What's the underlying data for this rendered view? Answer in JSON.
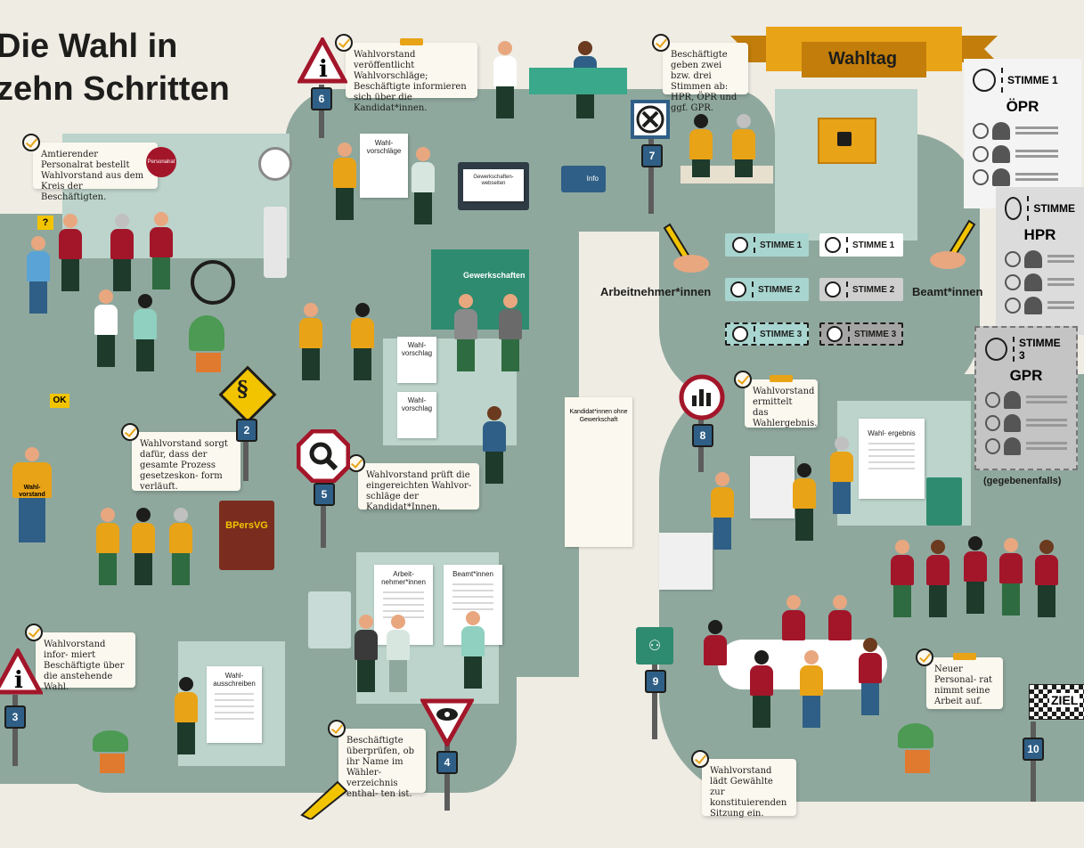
{
  "title": {
    "line1": "Die Wahl in",
    "line2": "zehn Schritten"
  },
  "banner": {
    "label": "Wahltag"
  },
  "steps": [
    {
      "num": "2",
      "text": "Wahlvorstand sorgt dafür, dass der gesamte Prozess gesetzeskon- form verläuft."
    },
    {
      "num": "3",
      "text": "Wahlvorstand infor- miert Beschäftigte über die anstehende Wahl."
    },
    {
      "num": "4",
      "text": "Beschäftigte überprüfen, ob ihr Name im Wähler- verzeichnis enthal- ten ist."
    },
    {
      "num": "5",
      "text": "Wahlvorstand prüft die eingereichten Wahlvor- schläge der Kandidat*Innen."
    },
    {
      "num": "6",
      "text": "Wahlvorstand veröffentlicht Wahlvorschläge; Beschäftigte informieren sich über die Kandidat*innen."
    },
    {
      "num": "7",
      "text": "Beschäftigte geben zwei bzw. drei Stimmen ab: HPR, ÖPR und ggf. GPR."
    },
    {
      "num": "8",
      "text": "Wahlvorstand ermittelt das Wahlergebnis."
    },
    {
      "num": "9",
      "text": "Wahlvorstand lädt Gewählte zur konstituierenden Sitzung ein."
    },
    {
      "num": "10",
      "text": "Neuer Personal- rat nimmt seine Arbeit auf."
    }
  ],
  "step1_text": "Amtierender Personalrat bestellt Wahlvorstand aus dem Kreis der Beschäftigten.",
  "personalrat_badge": "Personalrat",
  "ok_label": "OK",
  "question_mark": "?",
  "shirt_label": "Wahl- vorstand",
  "book_label": "BPersVG",
  "papers": {
    "wahlvorschlaege": "Wahl- vorschläge",
    "wahlvorschlag1": "Wahl- vorschlag",
    "wahlvorschlag2": "Wahl- vorschlag",
    "gewerkschaftswebseiten": "Gewerkschaften- webseiten",
    "info": "Info",
    "gewerkschaften": "Gewerkschaften",
    "ohne_gewerkschaft": "Kandidat*innen ohne Gewerkschaft",
    "arbeitnehmer_list": "Arbeit- nehmer*innen",
    "beamt_list": "Beamt*innen",
    "wahlausschreiben": "Wahl- ausschreiben",
    "wahlergebnis": "Wahl- ergebnis"
  },
  "votes": {
    "left": [
      "STIMME 1",
      "STIMME 2",
      "STIMME 3"
    ],
    "right": [
      "STIMME 1",
      "STIMME 2",
      "STIMME 3"
    ],
    "left_label": "Arbeitnehmer*innen",
    "right_label": "Beamt*innen"
  },
  "ballots": [
    {
      "stimme": "STIMME 1",
      "name": "ÖPR"
    },
    {
      "stimme": "STIMME",
      "name": "HPR"
    },
    {
      "stimme": "STIMME 3",
      "name": "GPR"
    }
  ],
  "ballot_note": "(gegebenenfalls)",
  "ziel": "ZIEL",
  "colors": {
    "path": "#8fa89e",
    "accent": "#e8a317",
    "sign_blue": "#2f5f86",
    "sign_red": "#a3162a"
  }
}
